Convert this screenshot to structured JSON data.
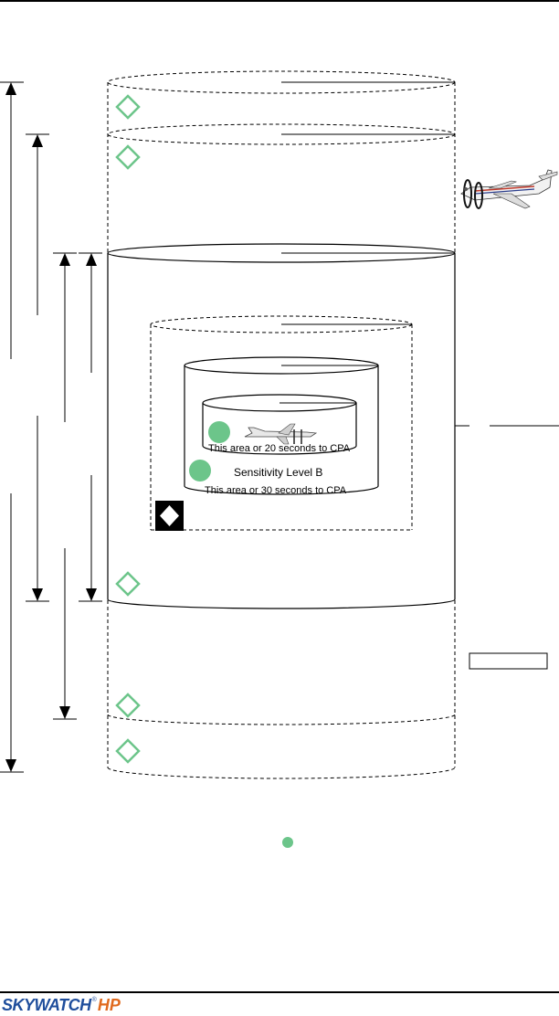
{
  "zone_labels": {
    "inner_area_text": "This area or 20 seconds to CPA",
    "middle_level_text": "Sensitivity Level B",
    "middle_area_text": "This area or 30 seconds  to CPA"
  },
  "logo": {
    "brand": "SKYWATCH",
    "registered": "®",
    "suffix": "HP"
  },
  "colors": {
    "traffic_green": "#6cc58a",
    "logo_blue": "#1f4e9c",
    "logo_orange": "#e06a1e"
  }
}
